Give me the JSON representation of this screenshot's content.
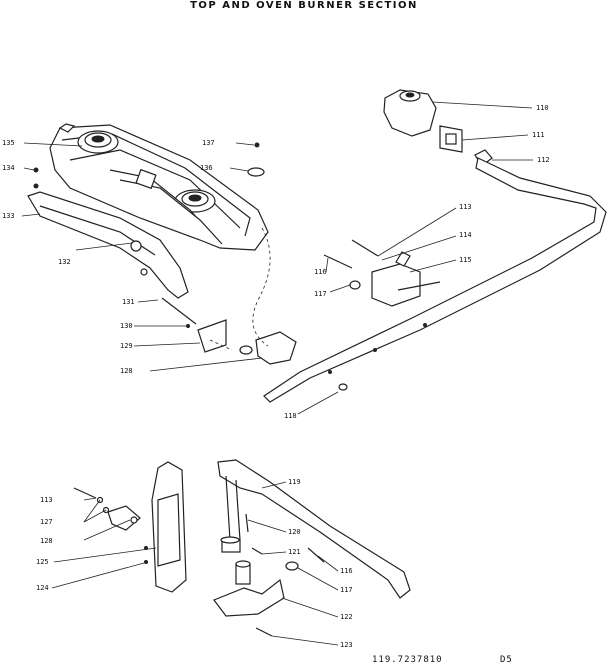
{
  "title": "TOP AND OVEN BURNER SECTION",
  "labels": {
    "p135": "135",
    "p134": "134",
    "p133": "133",
    "p132": "132",
    "p137": "137",
    "p136": "136",
    "p110": "110",
    "p111": "111",
    "p112": "112",
    "p113a": "113",
    "p114": "114",
    "p115": "115",
    "p116a": "116",
    "p117a": "117",
    "p131": "131",
    "p130": "130",
    "p129": "129",
    "p128a": "128",
    "p118": "118",
    "p113b": "113",
    "p127": "127",
    "p128b": "128",
    "p125": "125",
    "p124": "124",
    "p119": "119",
    "p120": "120",
    "p121": "121",
    "p116b": "116",
    "p117b": "117",
    "p122": "122",
    "p123": "123"
  },
  "footer": {
    "drawing_number": "119.7237810",
    "sheet": "D5"
  }
}
